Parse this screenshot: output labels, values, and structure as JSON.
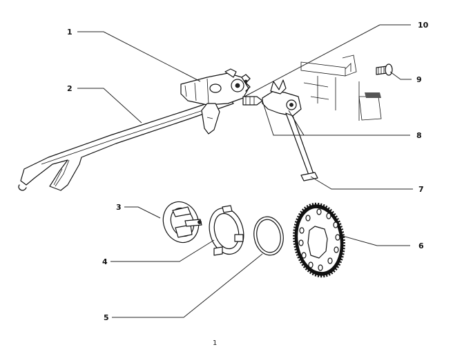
{
  "callouts": {
    "c1": "1",
    "c2": "2",
    "c3": "3",
    "c4": "4",
    "c5": "5",
    "c6": "6",
    "c7": "7",
    "c8": "8",
    "c9": "9",
    "c10": "10"
  },
  "page_number": "1"
}
